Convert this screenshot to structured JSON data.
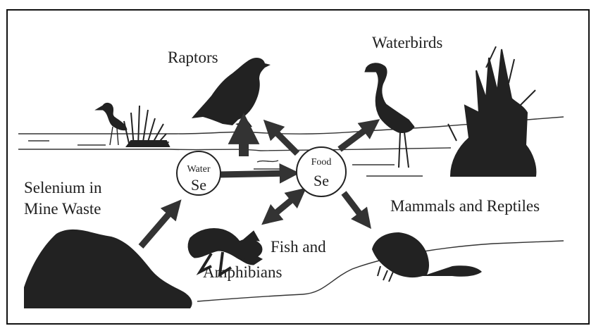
{
  "labels": {
    "raptors": "Raptors",
    "waterbirds": "Waterbirds",
    "selenium_line1": "Selenium in",
    "selenium_line2": "Mine Waste",
    "mammals": "Mammals and Reptiles",
    "fish_line1": "Fish and",
    "fish_line2": "Amphibians"
  },
  "nodes": {
    "water": {
      "top": "Water",
      "bottom": "Se"
    },
    "food": {
      "top": "Food",
      "bottom": "Se"
    }
  },
  "colors": {
    "ink": "#222222",
    "arrow": "#333333",
    "background": "#ffffff"
  }
}
